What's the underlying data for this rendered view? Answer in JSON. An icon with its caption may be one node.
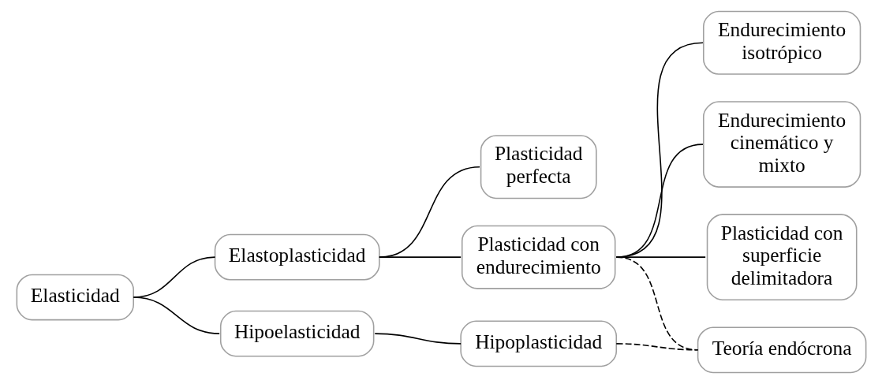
{
  "diagram": {
    "nodes": [
      {
        "text": [
          "Elasticidad"
        ]
      },
      {
        "text": [
          "Elastoplasticidad"
        ]
      },
      {
        "text": [
          "Hipoelasticidad"
        ]
      },
      {
        "text": [
          "Plasticidad perfecta"
        ]
      },
      {
        "text": [
          "Plasticidad con endurecimiento"
        ]
      },
      {
        "text": [
          "Hipoplasticidad"
        ]
      },
      {
        "text": [
          "Endurecimiento isotrópico"
        ]
      },
      {
        "text": [
          "Endurecimiento cinemático y mixto"
        ]
      },
      {
        "text": [
          "Plasticidad con superficie delimitadora"
        ]
      },
      {
        "text": [
          "Teoría endócrona"
        ]
      }
    ],
    "edges": [
      {
        "from": 0,
        "to": 1,
        "arrow": "none"
      },
      {
        "from": 0,
        "to": 2,
        "arrow": "none"
      },
      {
        "from": 1,
        "to": 3,
        "arrow": "none"
      },
      {
        "from": 1,
        "to": 4,
        "arrow": "none"
      },
      {
        "from": 2,
        "to": 5,
        "arrow": "none"
      },
      {
        "from": 4,
        "to": 6,
        "arrow": "none"
      },
      {
        "from": 4,
        "to": 7,
        "arrow": "none"
      },
      {
        "from": 4,
        "to": 8,
        "arrow": "none"
      },
      {
        "from": 4,
        "to": 9,
        "arrow": "none",
        "style": "dashed"
      },
      {
        "from": 5,
        "to": 9,
        "arrow": "none",
        "style": "dashed"
      }
    ]
  }
}
